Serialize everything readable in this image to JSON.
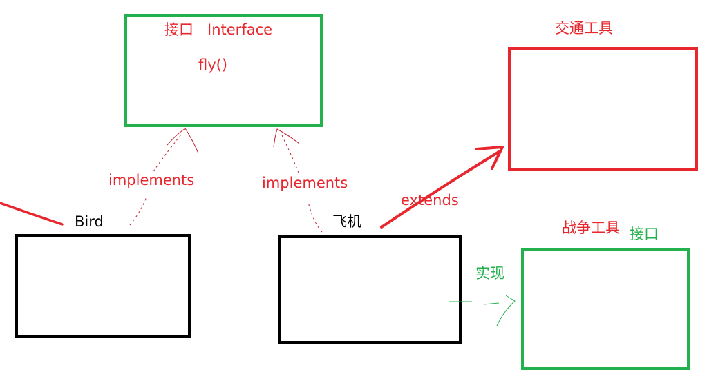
{
  "colors": {
    "red": "#e8262d",
    "green": "#22b14c",
    "black": "#000000"
  },
  "interface_box": {
    "title": "接口   Interface",
    "method": "fly()"
  },
  "transport_box": {
    "label": "交通工具"
  },
  "war_box": {
    "label": "战争工具",
    "tag": "接口"
  },
  "bird_box": {
    "label": "Bird"
  },
  "plane_box": {
    "label": "飞机"
  },
  "arrows": {
    "bird_implements": "implements",
    "plane_implements": "implements",
    "plane_extends": "extends",
    "plane_realizes": "实现"
  }
}
